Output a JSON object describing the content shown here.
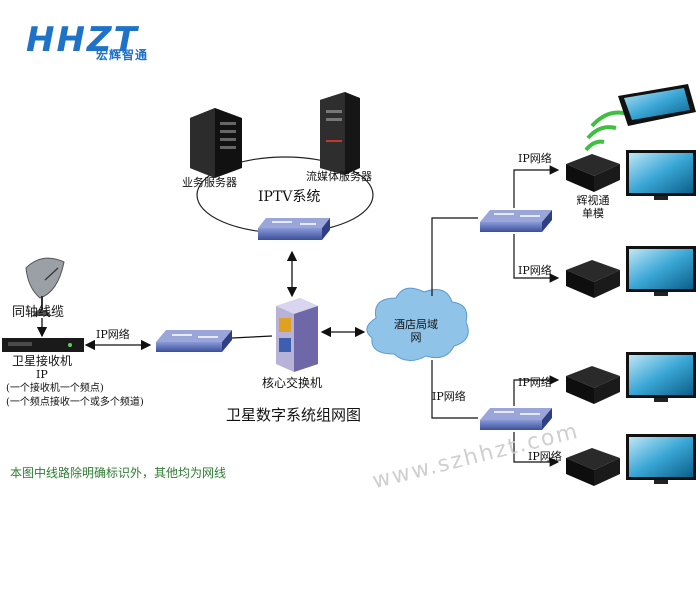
{
  "logo": {
    "main": "HHZT",
    "sub": "宏辉智通"
  },
  "diagram": {
    "title": "卫星数字系统组网图",
    "iptv_ring": "IPTV系统",
    "business_server": "业务服务器",
    "streaming_server": "流媒体服务器",
    "core_switch": "核心交换机",
    "hotel_lan": "酒店局域网",
    "coax": "同轴线缆",
    "satellite_receiver": "卫星接收机",
    "ip": "IP",
    "note_one": "(一个接收机一个频点)",
    "note_two": "(一个频点接收一个或多个频道)",
    "ip_net": "IP网络",
    "stb_model": "辉视通单模",
    "footnote": "本图中线路除明确标识外，其他均为网线",
    "watermark": "www.szhhzt.com"
  },
  "colors": {
    "brand": "#1e73c8",
    "switch": "#4a5fa8",
    "cloud": "#8fc3e8",
    "footnote": "#2e7d32"
  }
}
